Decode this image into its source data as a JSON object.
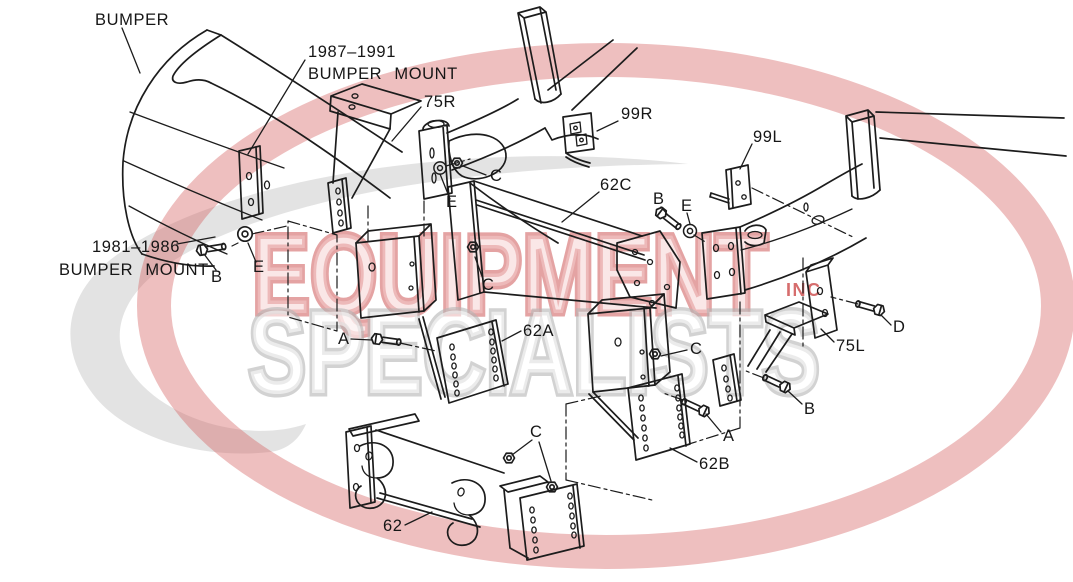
{
  "watermark": {
    "word_top": "EQUIPMENT",
    "word_bottom": "SPECIALISTS",
    "word_suffix": "INC",
    "accent_red": "#ce5858",
    "accent_gray": "#b4b4b4"
  },
  "callouts": {
    "bumper": "BUMPER",
    "mount_87_91_year": "1987–1991",
    "mount_87_91_name": "BUMPER MOUNT",
    "mount_81_86_year": "1981–1986",
    "mount_81_86_name": "BUMPER MOUNT",
    "part_75R": "75R",
    "part_99R": "99R",
    "part_99L": "99L",
    "part_62C": "62C",
    "part_62A": "62A",
    "part_62B": "62B",
    "part_75L": "75L",
    "part_62": "62",
    "fastener_A": "A",
    "fastener_B": "B",
    "fastener_C": "C",
    "fastener_D": "D",
    "fastener_E": "E"
  }
}
